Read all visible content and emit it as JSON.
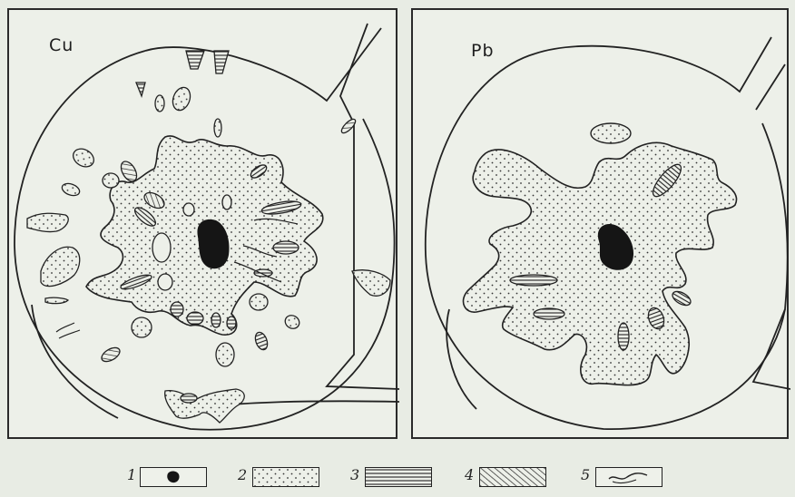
{
  "panels": [
    {
      "label": "Cu"
    },
    {
      "label": "Pb"
    }
  ],
  "legend": [
    {
      "num": "1",
      "icon": "solid-black-blob-icon"
    },
    {
      "num": "2",
      "icon": "dotted-stipple-icon"
    },
    {
      "num": "3",
      "icon": "horizontal-hatch-icon"
    },
    {
      "num": "4",
      "icon": "diagonal-hatch-icon"
    },
    {
      "num": "5",
      "icon": "wavy-line-icon"
    }
  ],
  "colors": {
    "ink": "#1e1e1e",
    "paper": "#edf0e9",
    "background": "#e8ece4"
  }
}
